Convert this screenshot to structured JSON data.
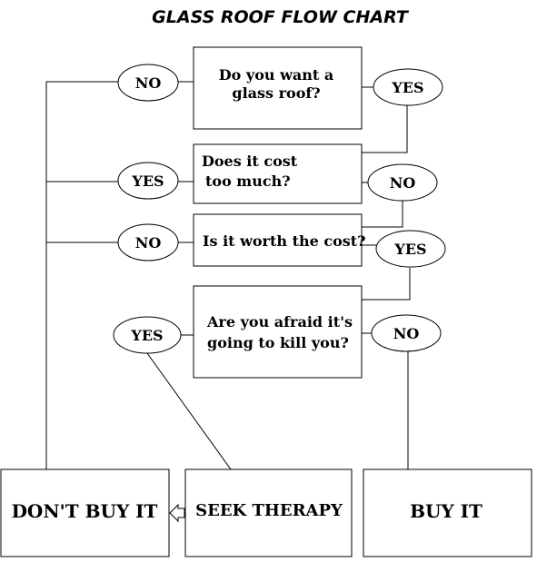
{
  "title": "GLASS ROOF FLOW CHART",
  "questions": [
    {
      "line1": "Do you want a",
      "line2": "glass roof?"
    },
    {
      "line1": "Does it cost",
      "line2": "too much?"
    },
    {
      "line1": "Is it worth the cost?",
      "line2": ""
    },
    {
      "line1": "Are you afraid it's",
      "line2": "going to kill you?"
    }
  ],
  "answers": {
    "q1_left": "NO",
    "q1_right": "YES",
    "q2_left": "YES",
    "q2_right": "NO",
    "q3_left": "NO",
    "q3_right": "YES",
    "q4_left": "YES",
    "q4_right": "NO"
  },
  "outcomes": {
    "dont_buy": "DON'T BUY IT",
    "seek_therapy": "SEEK THERAPY",
    "buy": "BUY IT"
  }
}
